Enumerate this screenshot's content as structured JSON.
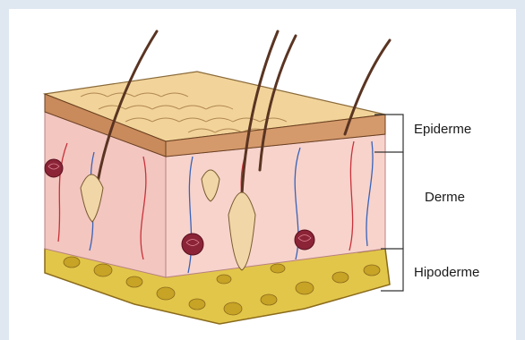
{
  "labels": {
    "epiderme": "Epiderme",
    "derme": "Derme",
    "hipoderme": "Hipoderme"
  },
  "colors": {
    "page_border": "#dfe7f1",
    "epidermis_top": "#f2d49a",
    "epidermis_side": "#c98a5c",
    "dermis": "#f3c6c0",
    "hypodermis": "#e2c64a",
    "fat_lobule": "#c7a326",
    "hair": "#5a3422",
    "gland": "#8b2436",
    "vessel_red": "#c8323a",
    "vessel_blue": "#3a63b8",
    "bracket": "#333333"
  }
}
